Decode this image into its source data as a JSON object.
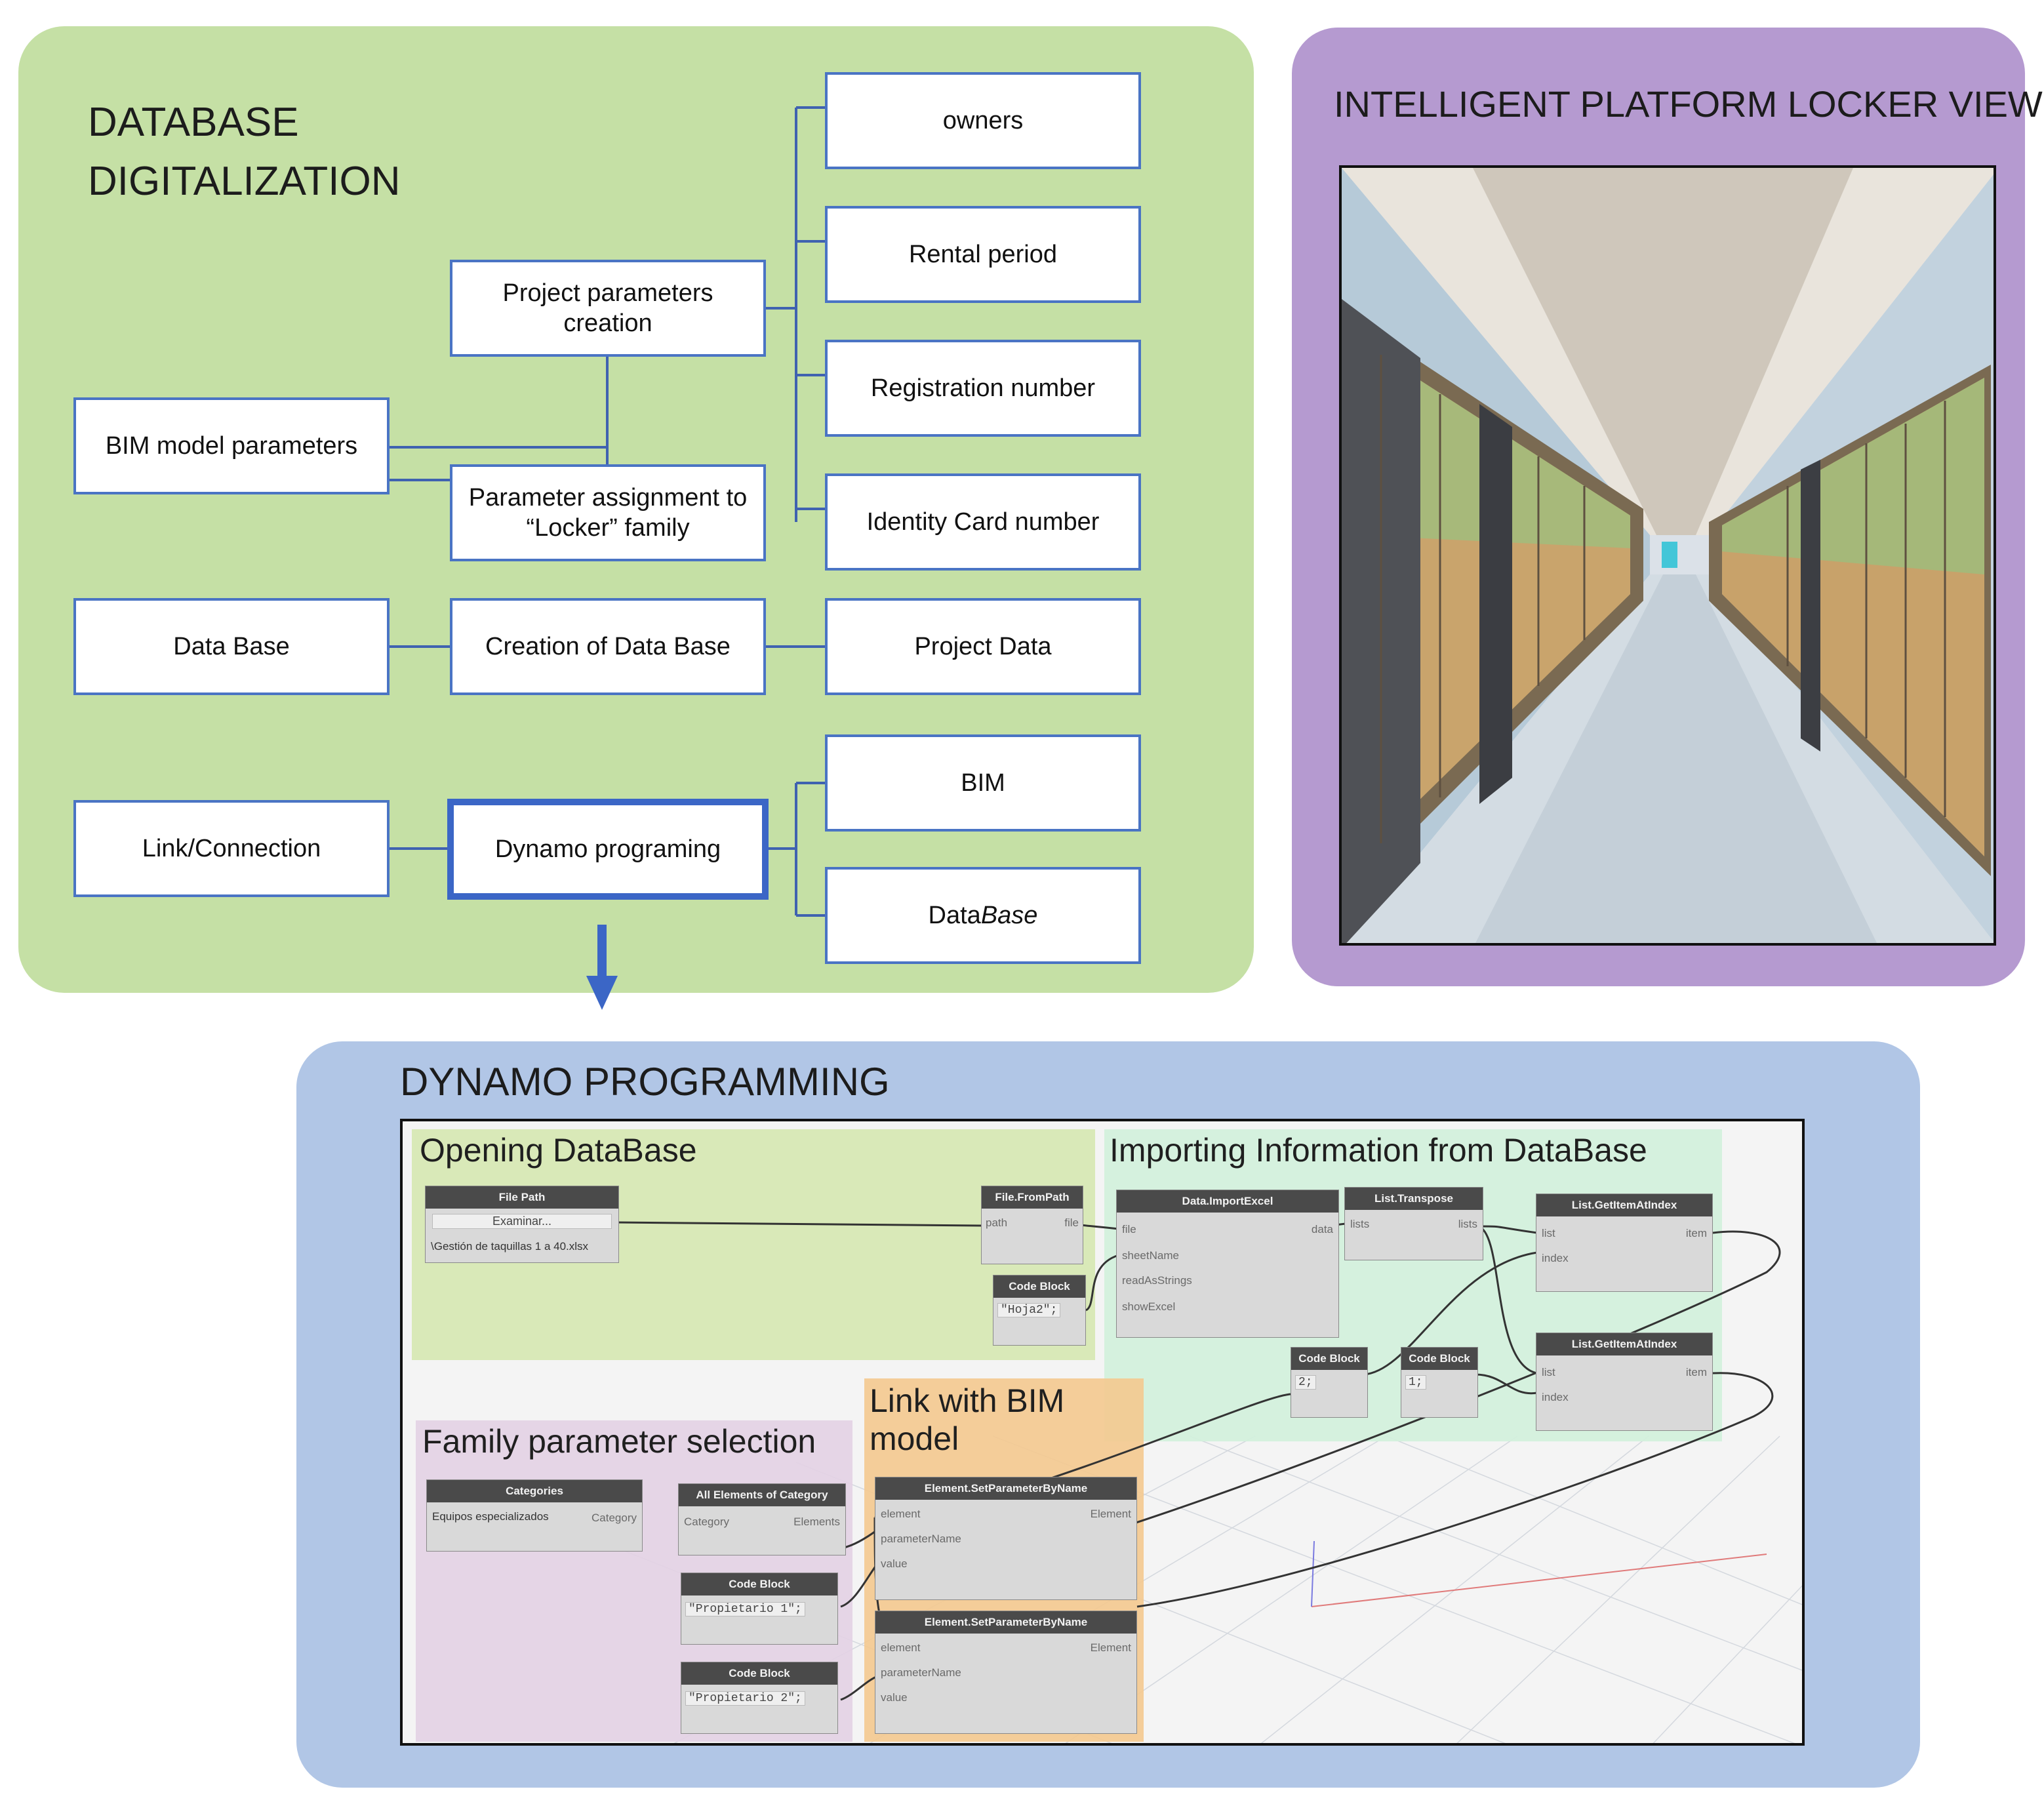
{
  "database_panel": {
    "title": "DATABASE\nDIGITALIZATION",
    "boxes": {
      "owners": "owners",
      "rental": "Rental period",
      "registration": "Registration number",
      "identity": "Identity Card number",
      "project_params": "Project parameters\ncreation",
      "bim_params": "BIM model parameters",
      "param_assign": "Parameter assignment to\n“Locker” family",
      "data_base": "Data Base",
      "creation_db": "Creation of Data Base",
      "project_data": "Project Data",
      "bim": "BIM",
      "link": "Link/Connection",
      "dynamo": "Dynamo programing",
      "data_base2_a": "Data ",
      "data_base2_b": "Base"
    }
  },
  "locker_panel": {
    "title": "INTELLIGENT PLATFORM LOCKER VIEW"
  },
  "dynamo_panel": {
    "title": "DYNAMO PROGRAMMING",
    "groups": {
      "opening": "Opening DataBase",
      "importing": "Importing Information from DataBase",
      "link_bim": "Link with BIM\nmodel",
      "family": "Family parameter selection"
    },
    "nodes": {
      "file_path": {
        "title": "File Path",
        "button": "Examinar...",
        "path": "\\Gestión de taquillas 1 a 40.xlsx"
      },
      "file_from_path": {
        "title": "File.FromPath",
        "in": "path",
        "out": "file"
      },
      "code_block_1": {
        "title": "Code Block",
        "code": "\"Hoja2\";"
      },
      "import_excel": {
        "title": "Data.ImportExcel",
        "in1": "file",
        "in2": "sheetName",
        "in3": "readAsStrings",
        "in4": "showExcel",
        "out": "data"
      },
      "transpose": {
        "title": "List.Transpose",
        "in": "lists",
        "out": "lists"
      },
      "get_item_1": {
        "title": "List.GetItemAtIndex",
        "in1": "list",
        "in2": "index",
        "out": "item"
      },
      "get_item_2": {
        "title": "List.GetItemAtIndex",
        "in1": "list",
        "in2": "index",
        "out": "item"
      },
      "code_block_2": {
        "title": "Code Block",
        "code": "2;"
      },
      "code_block_3": {
        "title": "Code Block",
        "code": "1;"
      },
      "categories": {
        "title": "Categories",
        "value": "Equipos especializados",
        "out": "Category"
      },
      "all_elements": {
        "title": "All Elements of Category",
        "in": "Category",
        "out": "Elements"
      },
      "code_block_4": {
        "title": "Code Block",
        "code": "\"Propietario 1\";"
      },
      "code_block_5": {
        "title": "Code Block",
        "code": "\"Propietario 2\";"
      },
      "set_param_1": {
        "title": "Element.SetParameterByName",
        "in1": "element",
        "in2": "parameterName",
        "in3": "value",
        "out": "Element"
      },
      "set_param_2": {
        "title": "Element.SetParameterByName",
        "in1": "element",
        "in2": "parameterName",
        "in3": "value",
        "out": "Element"
      }
    }
  },
  "colors": {
    "database_bg": "#c5e0a5",
    "locker_bg": "#b59ad0",
    "dynamo_bg": "#b1c6e6",
    "box_border": "#4a74c4",
    "arrow": "#3b66c6"
  }
}
